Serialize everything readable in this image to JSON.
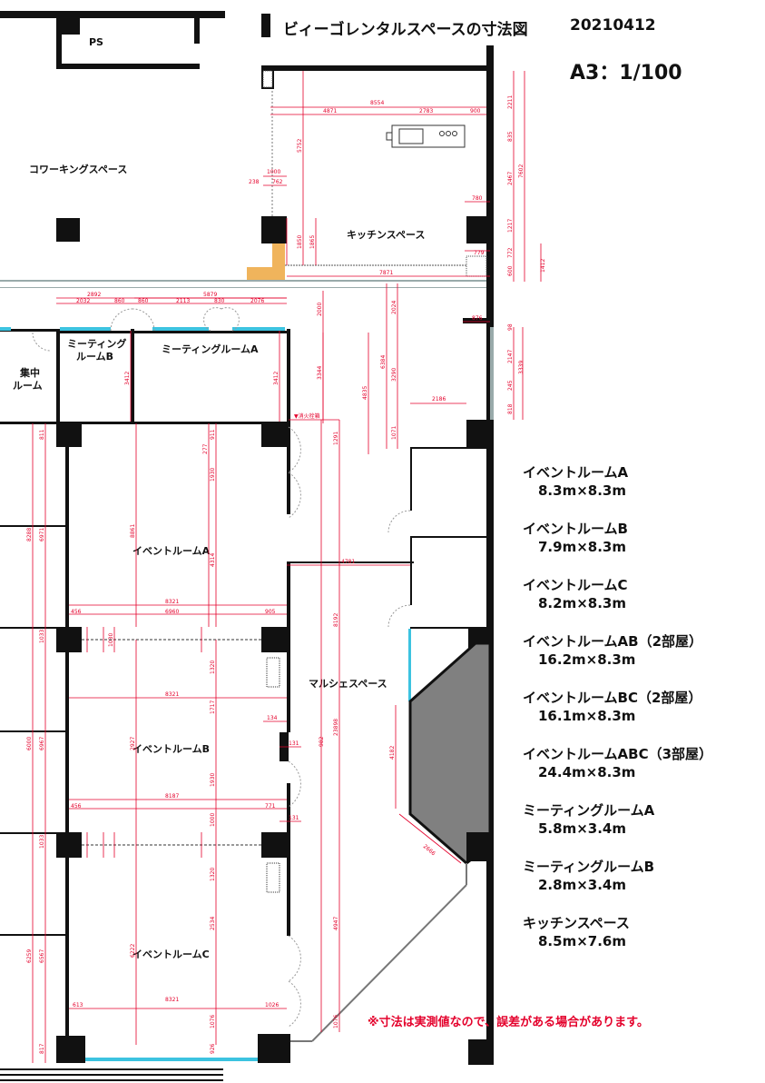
{
  "header": {
    "title": "ビィーゴレンタルスペースの寸法図",
    "date": "20210412",
    "scale": "A3：1/100"
  },
  "rooms": {
    "ps": "PS",
    "coworking": "コワーキングスペース",
    "kitchen": "キッチンスペース",
    "meeting_b_line1": "ミーティング",
    "meeting_b_line2": "ルームB",
    "meeting_a": "ミーティングルームA",
    "focus_line1": "集中",
    "focus_line2": "ルーム",
    "event_a": "イベントルームA",
    "event_b": "イベントルームB",
    "event_c": "イベントルームC",
    "marche": "マルシェスペース",
    "fire_hydrant": "▼消火栓箱"
  },
  "legend": [
    {
      "name": "イベントルームA",
      "size": "8.3m×8.3m"
    },
    {
      "name": "イベントルームB",
      "size": "7.9m×8.3m"
    },
    {
      "name": "イベントルームC",
      "size": "8.2m×8.3m"
    },
    {
      "name": "イベントルームAB（2部屋）",
      "size": "16.2m×8.3m"
    },
    {
      "name": "イベントルームBC（2部屋）",
      "size": "16.1m×8.3m"
    },
    {
      "name": "イベントルームABC（3部屋）",
      "size": "24.4m×8.3m"
    },
    {
      "name": "ミーティングルームA",
      "size": "5.8m×3.4m"
    },
    {
      "name": "ミーティングルームB",
      "size": "2.8m×3.4m"
    },
    {
      "name": "キッチンスペース",
      "size": "8.5m×7.6m"
    }
  ],
  "note": "※寸法は実測値なので、誤差がある場合があります。",
  "dims": {
    "d8554": "8554",
    "d4871": "4871",
    "d2783": "2783",
    "d900": "900",
    "d2211": "2211",
    "d835": "835",
    "d2467": "2467",
    "d7602": "7602",
    "d1000": "1000",
    "d238": "238",
    "d762": "762",
    "d5752": "5752",
    "d780": "780",
    "d1217": "1217",
    "d772": "772",
    "d779": "779",
    "d1850": "1850",
    "d1865": "1865",
    "d7871": "7871",
    "d600": "600",
    "d1412": "1412",
    "d2892": "2892",
    "d5879": "5879",
    "d2032": "2032",
    "d860a": "860",
    "d860b": "860",
    "d2113": "2113",
    "d830": "830",
    "d2076": "2076",
    "d2000": "2000",
    "d2024": "2024",
    "d876": "876",
    "d98": "98",
    "d2147": "2147",
    "d3339": "3339",
    "d245": "245",
    "d818": "818",
    "d3412a": "3412",
    "d3412b": "3412",
    "d3344": "3344",
    "d4835": "4835",
    "d6384": "6384",
    "d3290": "3290",
    "d2186": "2186",
    "d1071": "1071",
    "d1291": "1291",
    "d811": "811",
    "d277": "277",
    "d911": "911",
    "d1930a": "1930",
    "d8288": "8288",
    "d6971": "6971",
    "d8861": "8861",
    "d4314": "4314",
    "d4781": "4781",
    "d8321a": "8321",
    "d456a": "456",
    "d6960": "6960",
    "d905": "905",
    "d1033a": "1033",
    "d1030": "1030",
    "d1320a": "1320",
    "d8321b": "8321",
    "d1717": "1717",
    "d134": "134",
    "d8192": "8192",
    "d982": "982",
    "d23898": "23898",
    "d131a": "131",
    "d6000": "6000",
    "d6967": "6967",
    "d2927": "2927",
    "d1930b": "1930",
    "d456b": "456",
    "d8187": "8187",
    "d771": "771",
    "d131b": "131",
    "d1000b": "1000",
    "d1033b": "1033",
    "d1320b": "1320",
    "d2534": "2534",
    "d4947": "4947",
    "d2666": "2666",
    "d4182": "4182",
    "d6259": "6259",
    "d6567": "6567",
    "d6222": "6222",
    "d613": "613",
    "d8321c": "8321",
    "d1026": "1026",
    "d1076a": "1076",
    "d1076b": "1076",
    "d817": "817",
    "d926": "926"
  }
}
